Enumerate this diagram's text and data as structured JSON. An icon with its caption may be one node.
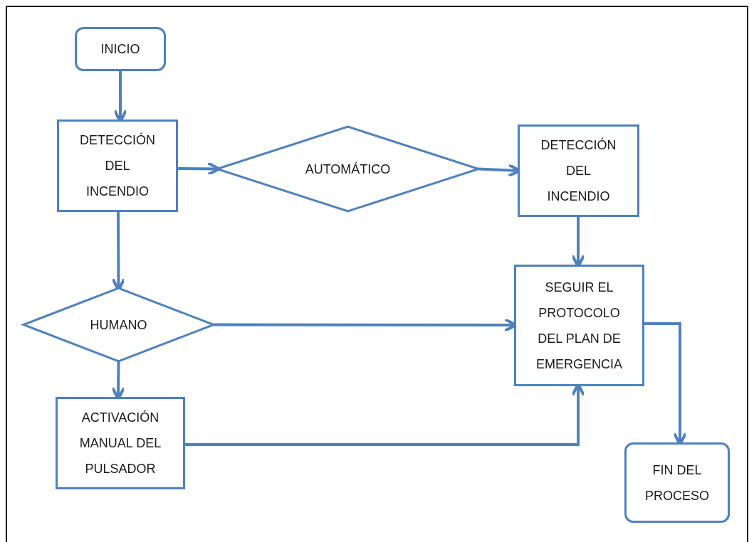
{
  "diagram": {
    "nodes": [
      {
        "text": [
          "INICIO"
        ]
      },
      {
        "text": [
          "DETECCIÓN DEL INCENDIO"
        ]
      },
      {
        "text": [
          "AUTOMÁTICO"
        ]
      },
      {
        "text": [
          "DETECCIÓN DEL INCENDIO"
        ]
      },
      {
        "text": [
          "HUMANO"
        ]
      },
      {
        "text": [
          "SEGUIR EL PROTOCOLO DEL PLAN DE EMERGENCIA"
        ]
      },
      {
        "text": [
          "ACTIVACIÓN MANUAL DEL PULSADOR"
        ]
      },
      {
        "text": [
          "FIN DEL PROCESO"
        ]
      }
    ],
    "edges": [
      {
        "from": 0,
        "to": 1,
        "arrow": "to"
      },
      {
        "from": 1,
        "to": 2,
        "arrow": "to"
      },
      {
        "from": 2,
        "to": 3,
        "arrow": "to"
      },
      {
        "from": 3,
        "to": 5,
        "arrow": "to"
      },
      {
        "from": 1,
        "to": 4,
        "arrow": "to"
      },
      {
        "from": 4,
        "to": 5,
        "arrow": "to"
      },
      {
        "from": 4,
        "to": 6,
        "arrow": "to"
      },
      {
        "from": 6,
        "to": 5,
        "arrow": "to"
      },
      {
        "from": 5,
        "to": 7,
        "arrow": "to"
      }
    ]
  }
}
